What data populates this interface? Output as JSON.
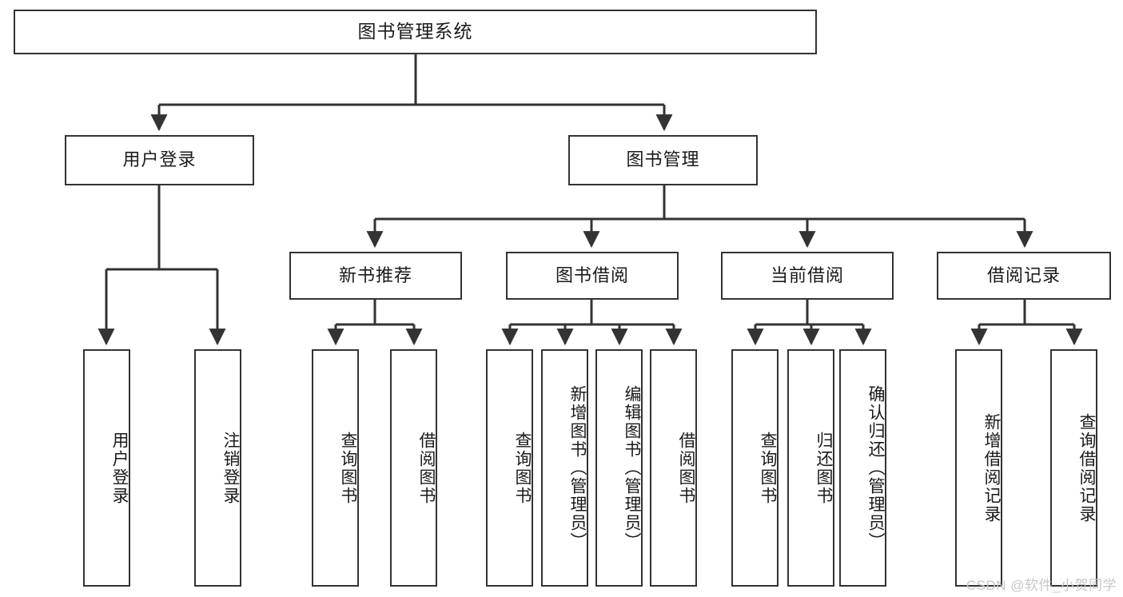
{
  "diagram": {
    "title": "图书管理系统",
    "type": "hierarchy-tree",
    "root": {
      "label": "图书管理系统"
    },
    "level2": [
      {
        "label": "用户登录"
      },
      {
        "label": "图书管理"
      }
    ],
    "level3": [
      {
        "label": "新书推荐"
      },
      {
        "label": "图书借阅"
      },
      {
        "label": "当前借阅"
      },
      {
        "label": "借阅记录"
      }
    ],
    "leaves": {
      "user_login": [
        {
          "label": "用户登录"
        },
        {
          "label": "注销登录"
        }
      ],
      "new_book_recommend": [
        {
          "label": "查询图书"
        },
        {
          "label": "借阅图书"
        }
      ],
      "book_borrow": [
        {
          "label": "查询图书"
        },
        {
          "label": "新增图书（管理员）"
        },
        {
          "label": "编辑图书（管理员）"
        },
        {
          "label": "借阅图书"
        }
      ],
      "current_borrow": [
        {
          "label": "查询图书"
        },
        {
          "label": "归还图书"
        },
        {
          "label": "确认归还（管理员）"
        }
      ],
      "borrow_record": [
        {
          "label": "新增借阅记录"
        },
        {
          "label": "查询借阅记录"
        }
      ]
    }
  },
  "watermark": {
    "text": "CSDN @软件_小贺同学"
  },
  "colors": {
    "stroke": "#333333",
    "background": "#ffffff",
    "text": "#1a1a1a",
    "watermark": "#c7c7c7"
  }
}
